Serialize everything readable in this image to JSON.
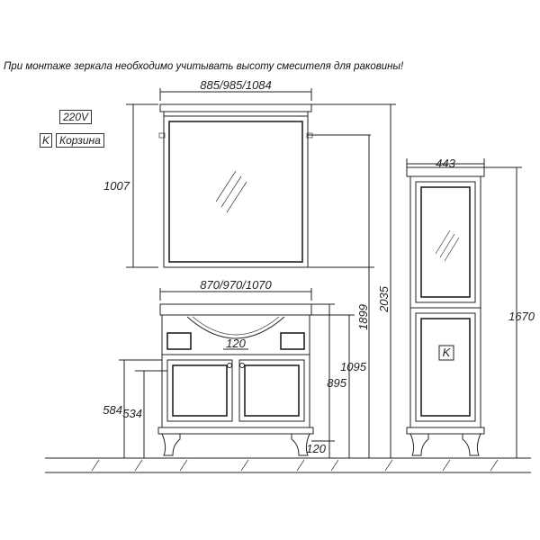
{
  "note": "При монтаже зеркала необходимо учитывать высоту смесителя для раковины!",
  "legend": {
    "voltage": "220V",
    "basket_mark": "K",
    "basket_label": "Корзина"
  },
  "dimensions": {
    "mirror_width": "885/985/1084",
    "mirror_height": "1007",
    "cabinet_width": "870/970/1070",
    "drawer_spacing": "120",
    "cabinet_height": "584",
    "door_height": "534",
    "leg_height": "120",
    "basin_height": "895",
    "top_height": "1095",
    "mirror_bottom": "1899",
    "mirror_top": "2035",
    "column_width": "443",
    "column_height": "1670"
  },
  "column_basket_mark": "K"
}
